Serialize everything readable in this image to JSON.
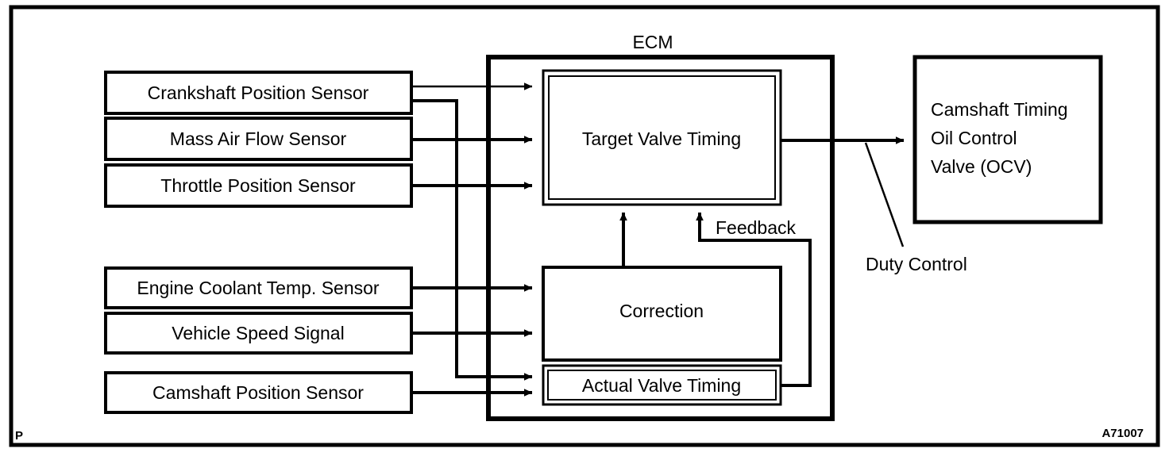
{
  "figure": {
    "title_label": "ECM",
    "code_label": "A71007",
    "page_marker": "P"
  },
  "sensors_upper": [
    {
      "id": "crankshaft-position-sensor",
      "label": "Crankshaft Position Sensor"
    },
    {
      "id": "mass-air-flow-sensor",
      "label": "Mass Air Flow Sensor"
    },
    {
      "id": "throttle-position-sensor",
      "label": "Throttle Position Sensor"
    }
  ],
  "sensors_lower": [
    {
      "id": "engine-coolant-temp-sensor",
      "label": "Engine Coolant Temp. Sensor"
    },
    {
      "id": "vehicle-speed-signal",
      "label": "Vehicle Speed Signal"
    },
    {
      "id": "camshaft-position-sensor",
      "label": "Camshaft Position Sensor"
    }
  ],
  "ecm_blocks": [
    {
      "id": "target-valve-timing",
      "label": "Target Valve Timing"
    },
    {
      "id": "correction",
      "label": "Correction"
    },
    {
      "id": "actual-valve-timing",
      "label": "Actual Valve Timing"
    }
  ],
  "actuator": {
    "id": "camshaft-timing-oil-control-valve",
    "line1": "Camshaft Timing",
    "line2": "Oil Control",
    "line3": "Valve (OCV)"
  },
  "annotations": {
    "feedback": "Feedback",
    "duty_control": "Duty Control"
  },
  "colors": {
    "line": "#000000",
    "background": "#ffffff",
    "text": "#000000"
  }
}
